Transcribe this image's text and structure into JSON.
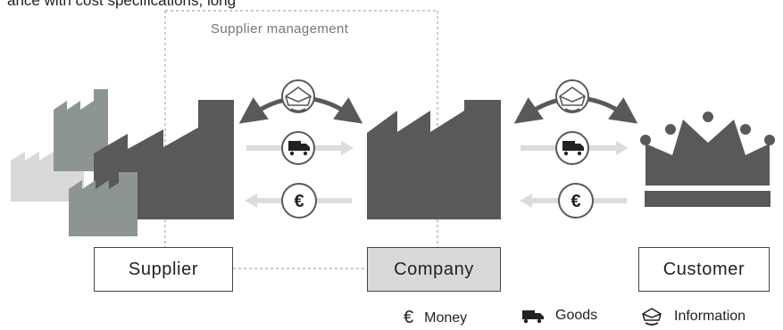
{
  "header": {
    "partial_text": "ance with cost specifications, long"
  },
  "supplier_management": {
    "label": "Supplier management"
  },
  "nodes": {
    "supplier": "Supplier",
    "company": "Company",
    "customer": "Customer"
  },
  "flow_symbols": {
    "money": "€"
  },
  "legend": {
    "money": {
      "symbol": "€",
      "label": "Money",
      "icon": "money-icon"
    },
    "goods": {
      "label": "Goods",
      "icon": "truck-icon"
    },
    "information": {
      "label": "Information",
      "icon": "envelope-phone-icon"
    }
  },
  "colors": {
    "factory_dark": "#595959",
    "factory_mid": "#8c9494",
    "factory_light": "#d9d9d9",
    "arrow_gray": "#dcdcdc",
    "company_fill": "#d9d9d9"
  }
}
